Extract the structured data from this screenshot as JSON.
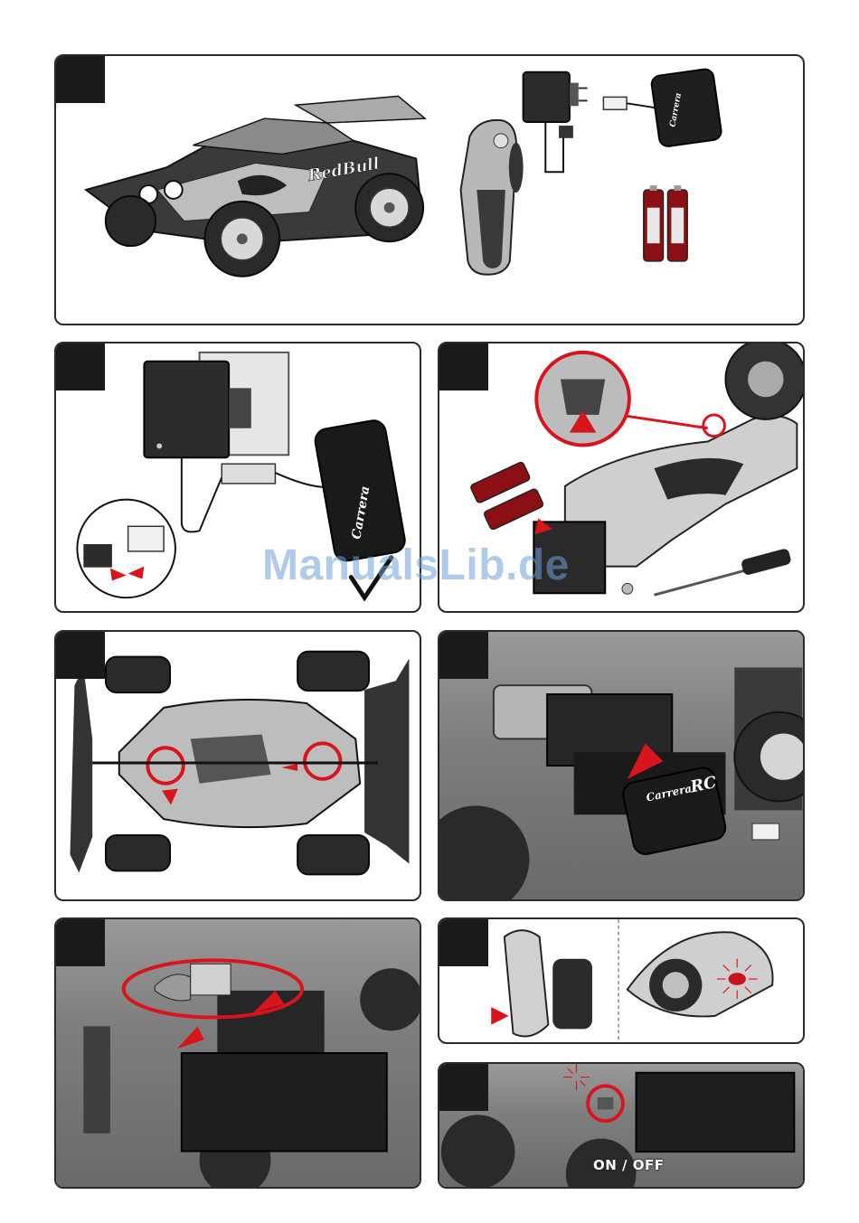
{
  "watermark": {
    "text": "ManualsLib.de"
  },
  "car_livery": {
    "text": "RedBull"
  },
  "brand": {
    "name": "Carrera",
    "badge": "RC"
  },
  "switch_label": {
    "text": "ON / OFF"
  },
  "colors": {
    "accent_red": "#d8141c",
    "panel_border": "#2a2a2a",
    "step_tab": "#1a1a1a"
  },
  "icons": [
    "checkmark-icon",
    "arrow-up-icon",
    "arrow-right-icon",
    "arrow-down-icon",
    "arrow-left-icon",
    "led-glow-icon"
  ]
}
